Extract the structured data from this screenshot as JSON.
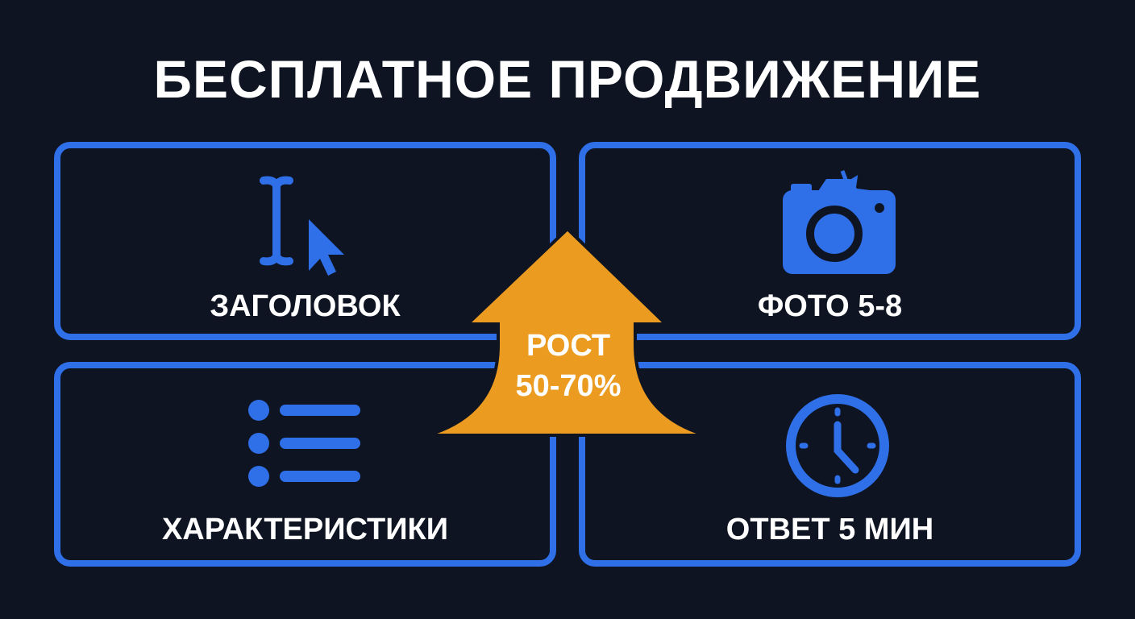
{
  "title": "БЕСПЛАТНОЕ ПРОДВИЖЕНИЕ",
  "colors": {
    "background": "#0e1422",
    "accent_blue": "#2f6fe8",
    "arrow_orange": "#eb9b1f",
    "text": "#ffffff"
  },
  "cards": [
    {
      "id": "title-card",
      "icon": "text-cursor-pointer-icon",
      "label": "ЗАГОЛОВОК"
    },
    {
      "id": "photo-card",
      "icon": "camera-flash-icon",
      "label": "ФОТО 5-8"
    },
    {
      "id": "specs-card",
      "icon": "bullet-list-icon",
      "label": "ХАРАКТЕРИСТИКИ"
    },
    {
      "id": "response-card",
      "icon": "clock-icon",
      "label": "ОТВЕТ 5 МИН"
    }
  ],
  "growth": {
    "icon": "up-arrow-icon",
    "line1": "РОСТ",
    "line2": "50-70%"
  }
}
